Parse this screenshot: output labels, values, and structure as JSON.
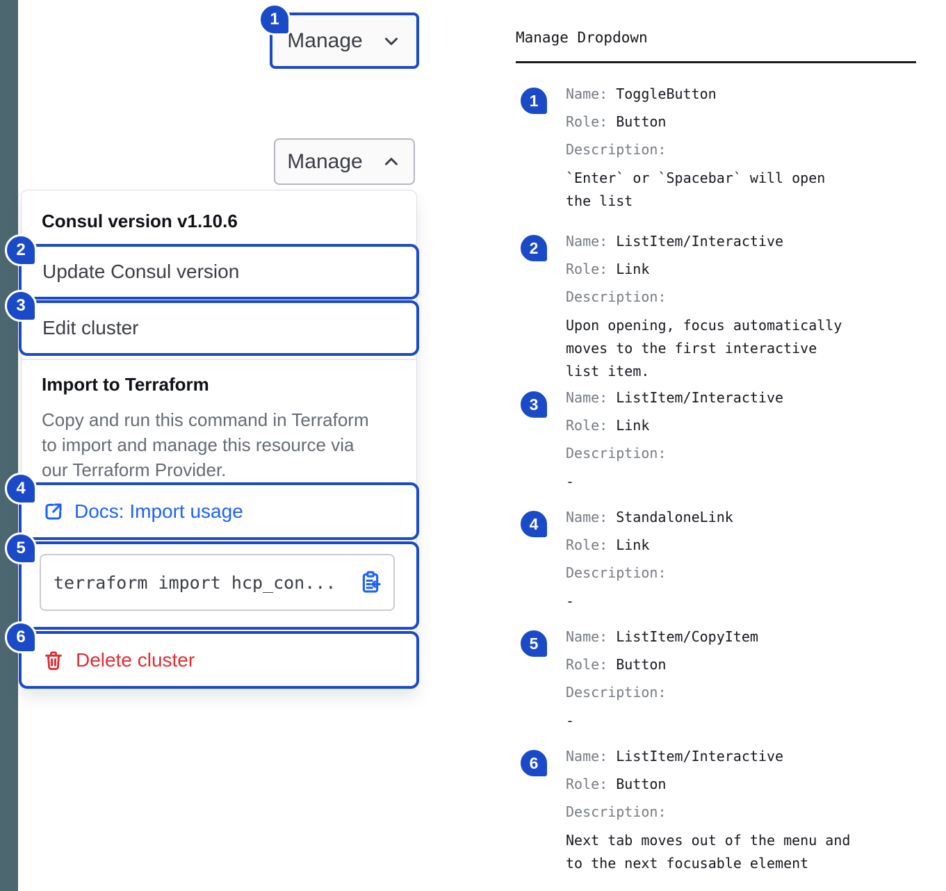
{
  "colors": {
    "annotation_blue": "#1B4AC8",
    "action_blue": "#1C61FF",
    "critical_red": "#E02D32",
    "side_strip": "#4C6770",
    "panel_border": "#DCDEE3"
  },
  "icons": {
    "toggle_collapsed": "chevron-down-icon",
    "toggle_expanded": "chevron-up-icon",
    "docs_link": "external-link-icon",
    "copy_command": "clipboard-copy-icon",
    "delete": "trash-icon"
  },
  "left": {
    "toggle_collapsed_label": "Manage",
    "toggle_expanded_label": "Manage",
    "badges": {
      "b1": "1",
      "b2": "2",
      "b3": "3",
      "b4": "4",
      "b5": "5",
      "b6": "6"
    },
    "menu": {
      "version_header": "Consul version v1.10.6",
      "update_item": "Update Consul version",
      "edit_item": "Edit cluster",
      "import_header": "Import to Terraform",
      "import_description": "Copy and run this command in Terraform\nto import and manage this resource via\nour Terraform Provider.",
      "docs_link": "Docs: Import usage",
      "terraform_command": "terraform import hcp_con...",
      "delete_item": "Delete cluster"
    }
  },
  "right": {
    "title": "Manage Dropdown",
    "labels": {
      "name": "Name:",
      "role": "Role:",
      "description": "Description:"
    },
    "items": [
      {
        "num": "1",
        "name": "ToggleButton",
        "role": "Button",
        "description": "`Enter` or `Spacebar` will open\nthe list"
      },
      {
        "num": "2",
        "name": "ListItem/Interactive",
        "role": "Link",
        "description": "Upon opening, focus automatically\nmoves to the first interactive\nlist item."
      },
      {
        "num": "3",
        "name": "ListItem/Interactive",
        "role": "Link",
        "description": "-"
      },
      {
        "num": "4",
        "name": "StandaloneLink",
        "role": "Link",
        "description": "-"
      },
      {
        "num": "5",
        "name": "ListItem/CopyItem",
        "role": "Button",
        "description": "-"
      },
      {
        "num": "6",
        "name": "ListItem/Interactive",
        "role": "Button",
        "description": "Next tab moves out of the menu and\nto the next focusable element"
      }
    ]
  }
}
